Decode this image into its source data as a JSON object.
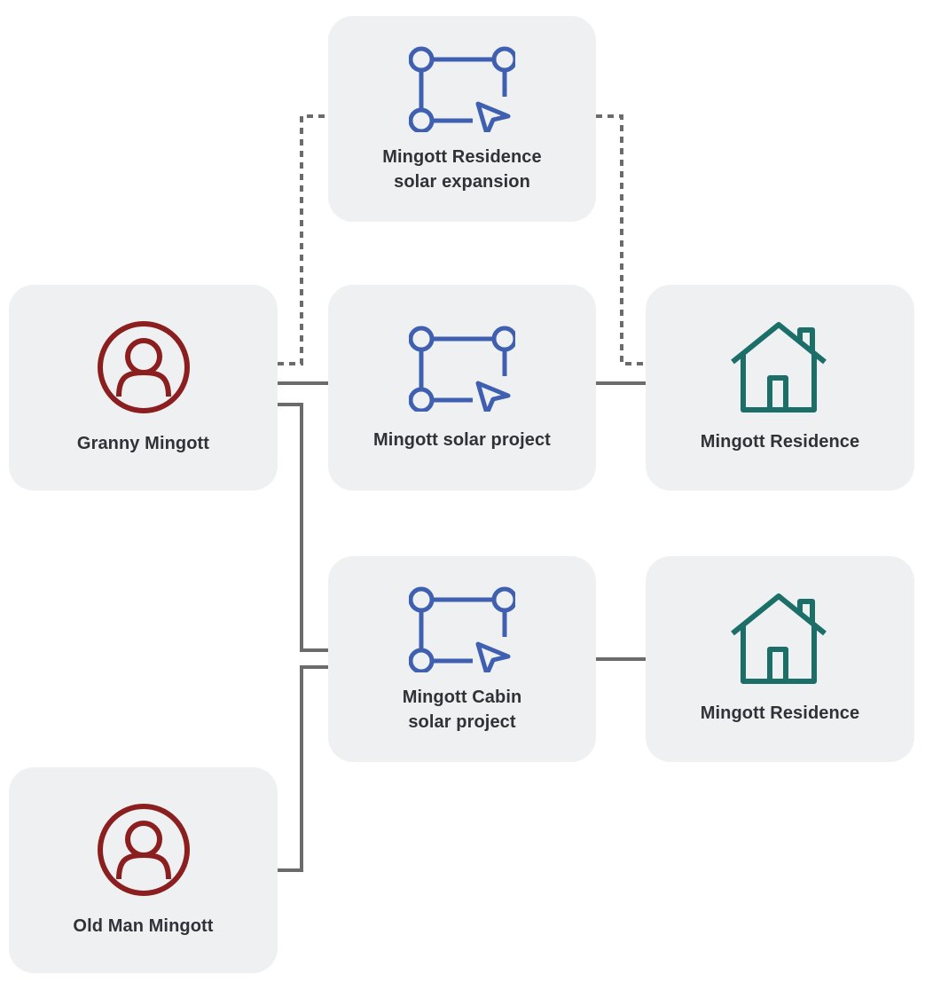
{
  "colors": {
    "node_background": "#eff0f2",
    "person_icon": "#8b1e1e",
    "project_icon": "#3f5fb0",
    "property_icon": "#1b6f68",
    "connector": "#6b6b6b",
    "text": "#2f3237"
  },
  "nodes": {
    "expansion": {
      "line1": "Mingott Residence",
      "line2": "solar expansion",
      "icon": "project-icon"
    },
    "solar": {
      "line1": "Mingott solar project",
      "icon": "project-icon"
    },
    "cabin": {
      "line1": "Mingott Cabin",
      "line2": "solar project",
      "icon": "project-icon"
    },
    "granny": {
      "line1": "Granny Mingott",
      "icon": "person-icon"
    },
    "oldman": {
      "line1": "Old Man Mingott",
      "icon": "person-icon"
    },
    "res1": {
      "line1": "Mingott Residence",
      "icon": "house-icon"
    },
    "res2": {
      "line1": "Mingott Residence",
      "icon": "house-icon"
    }
  },
  "connections": [
    {
      "from": "granny",
      "to": "solar",
      "style": "solid"
    },
    {
      "from": "solar",
      "to": "res1",
      "style": "solid"
    },
    {
      "from": "granny",
      "to": "cabin",
      "style": "solid"
    },
    {
      "from": "oldman",
      "to": "cabin",
      "style": "solid"
    },
    {
      "from": "cabin",
      "to": "res2",
      "style": "solid"
    },
    {
      "from": "granny",
      "to": "expansion",
      "style": "dashed"
    },
    {
      "from": "expansion",
      "to": "res1",
      "style": "dashed"
    }
  ]
}
